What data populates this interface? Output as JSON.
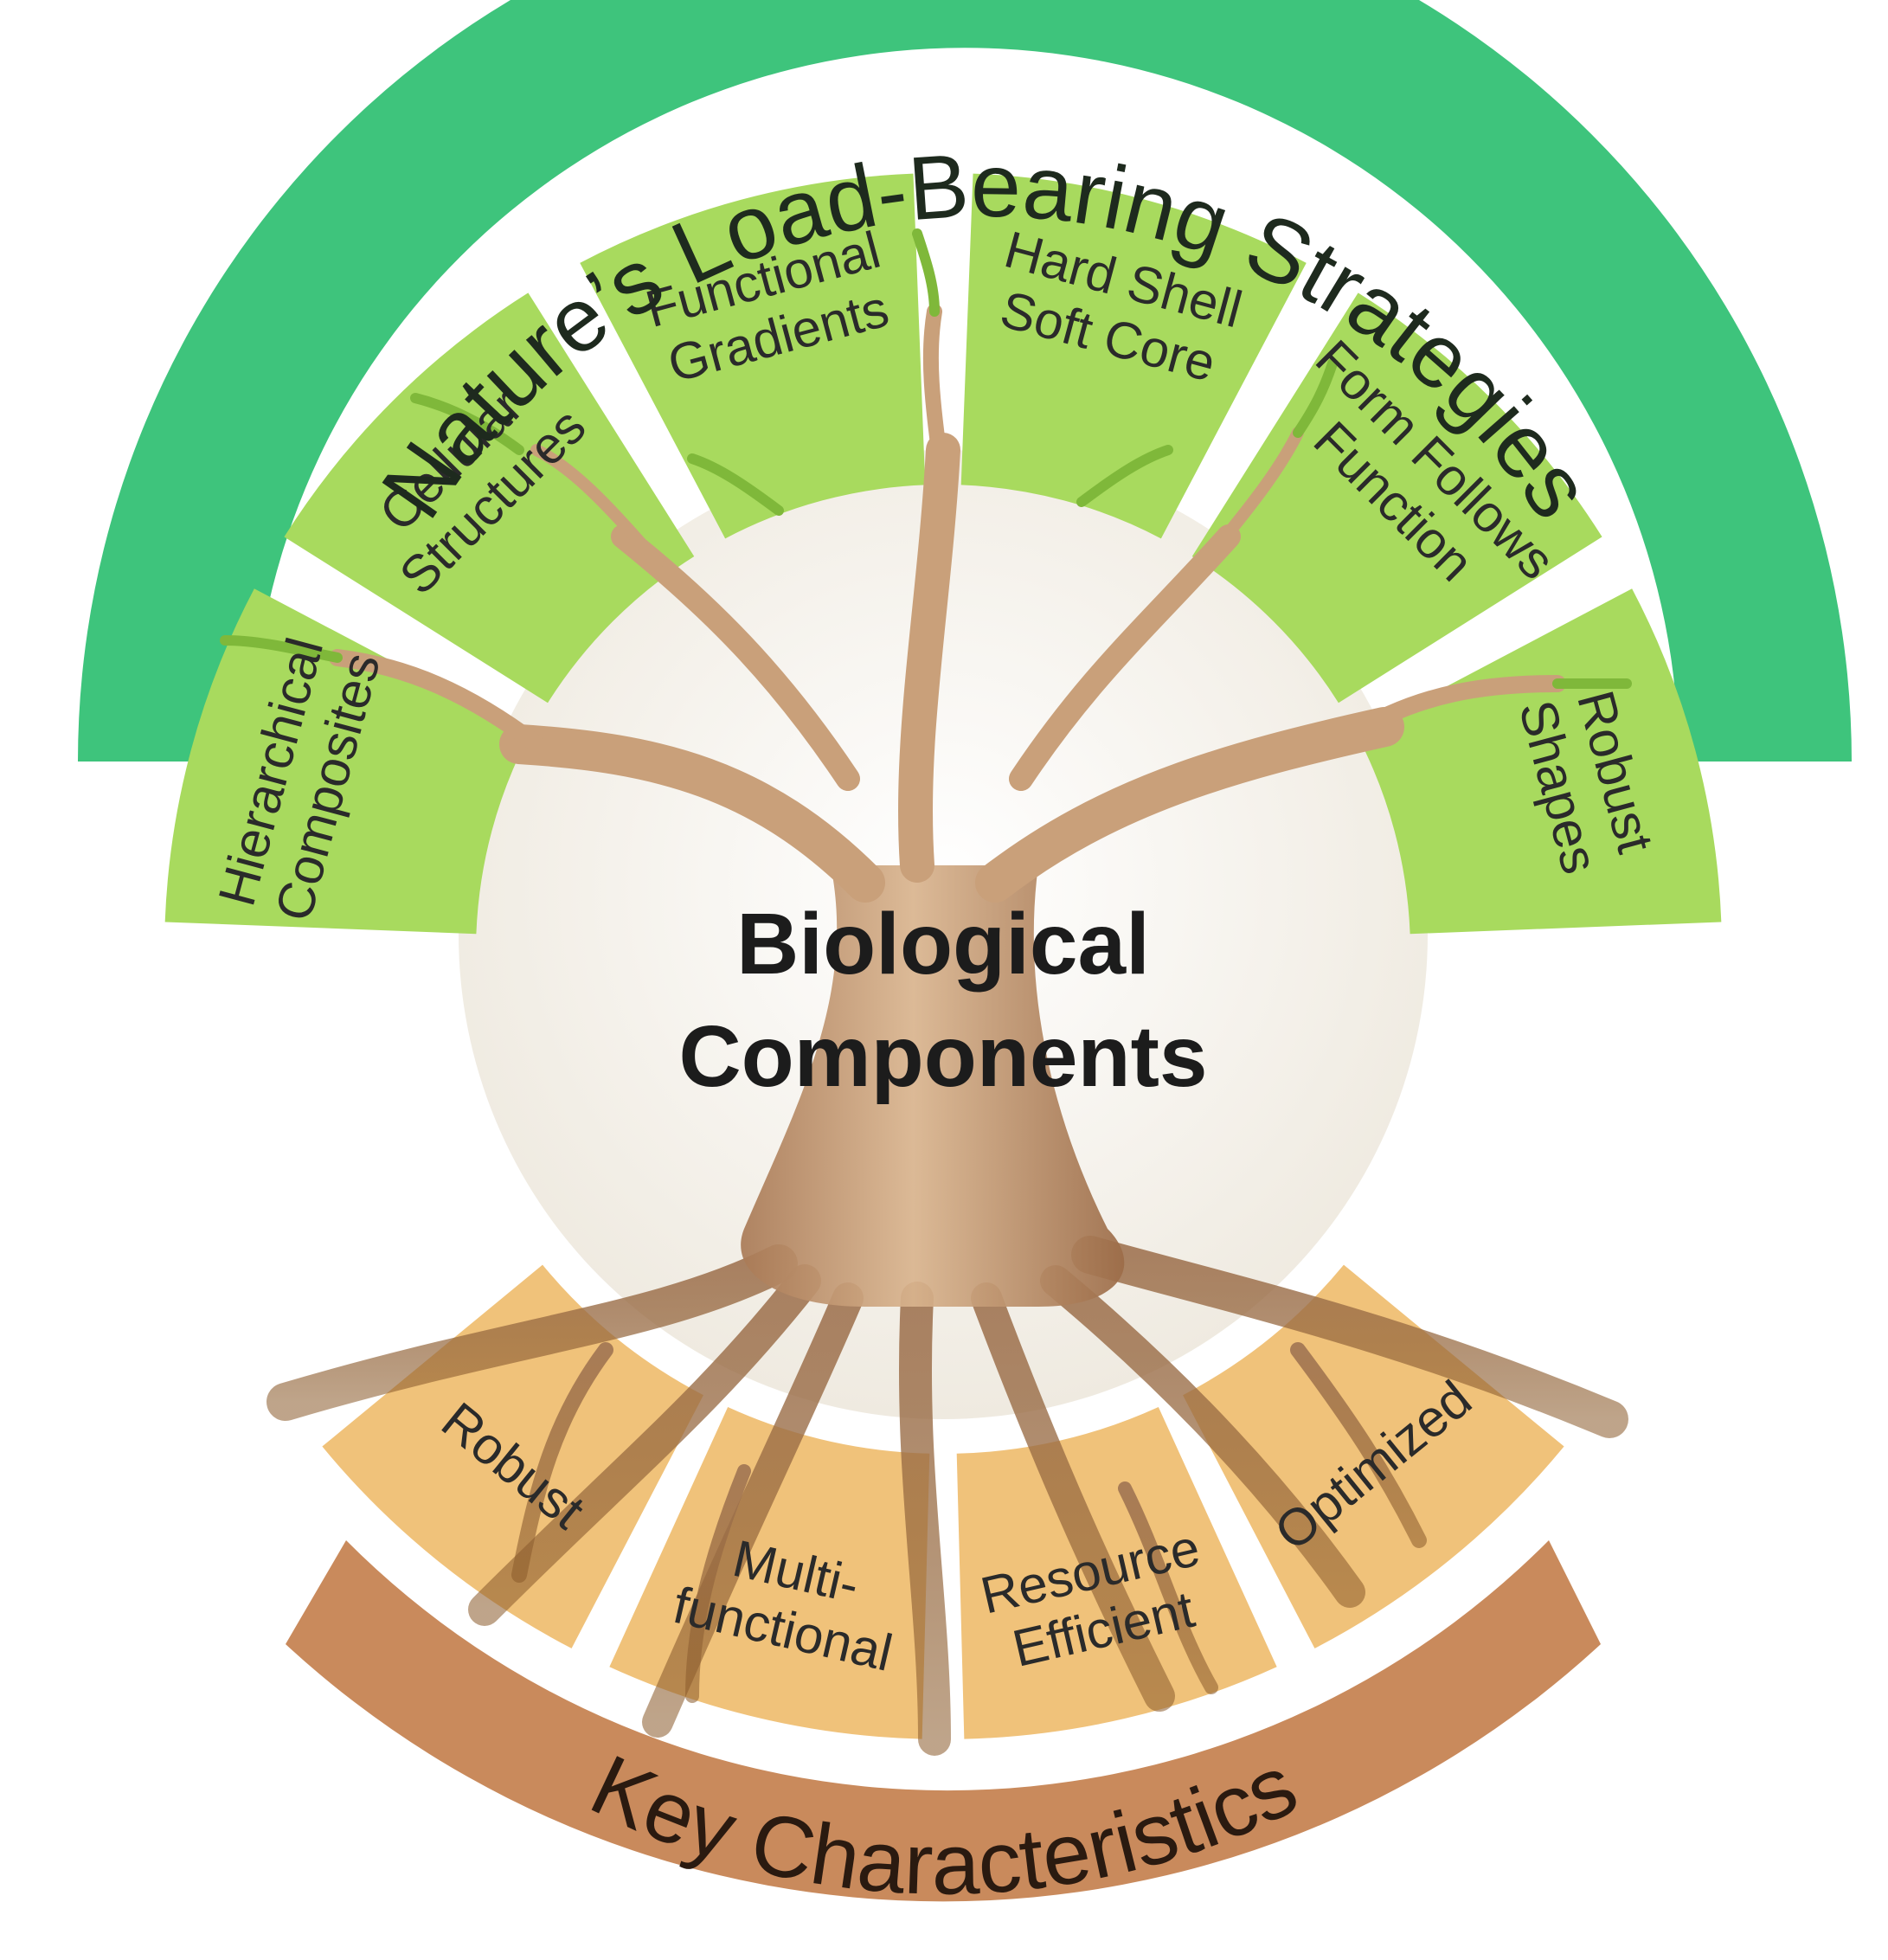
{
  "title_top": "Nature’s Load-Bearing Strategies",
  "title_bottom": "Key Characteristics",
  "center": {
    "line1": "Biological",
    "line2": "Components"
  },
  "strategies": [
    {
      "id": "hierarchical",
      "lines": [
        "Hierarchical",
        "Composites"
      ]
    },
    {
      "id": "cellular",
      "lines": [
        "Cellular",
        "Structures"
      ]
    },
    {
      "id": "gradients",
      "lines": [
        "Functional",
        "Gradients"
      ]
    },
    {
      "id": "hardshell",
      "lines": [
        "Hard Shell",
        "Soft Core"
      ]
    },
    {
      "id": "form",
      "lines": [
        "Form Follows",
        "Function"
      ]
    },
    {
      "id": "shapes",
      "lines": [
        "Robust",
        "Shapes"
      ]
    }
  ],
  "characteristics": [
    {
      "id": "optimized",
      "lines": [
        "Optimized"
      ]
    },
    {
      "id": "resource",
      "lines": [
        "Resource",
        "Efficient"
      ]
    },
    {
      "id": "multi",
      "lines": [
        "Multi-",
        "functional"
      ]
    },
    {
      "id": "robust",
      "lines": [
        "Robust"
      ]
    }
  ],
  "colors": {
    "outer_band": "#3ec47c",
    "segment_green": "#a8da5e",
    "segment_tan": "#f0c27a",
    "key_band": "#c98a5c",
    "inner_disc": "#f4f1ea",
    "tree_bark": "#c9a07a",
    "tree_dark": "#8a5a3a",
    "leaf_green": "#7fb83a"
  }
}
